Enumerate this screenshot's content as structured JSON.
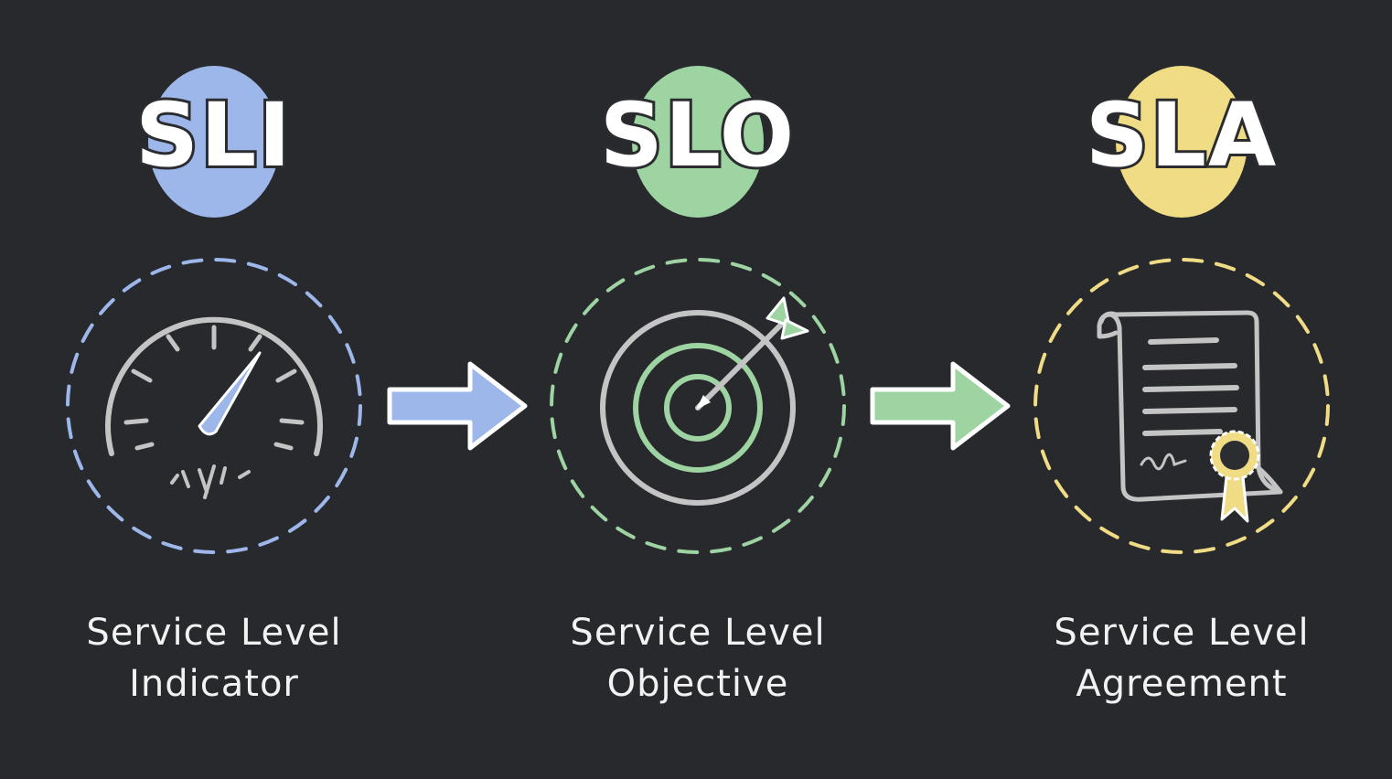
{
  "colors": {
    "background": "#27292d",
    "sli_accent": "#9db7ea",
    "slo_accent": "#9ed3a2",
    "sla_accent": "#f1dc86",
    "line_grey": "#c4c4c4",
    "text": "#f2f2f2"
  },
  "items": [
    {
      "acronym": "SLI",
      "label_line1": "Service Level",
      "label_line2": "Indicator",
      "icon": "speedometer-icon"
    },
    {
      "acronym": "SLO",
      "label_line1": "Service Level",
      "label_line2": "Objective",
      "icon": "target-icon"
    },
    {
      "acronym": "SLA",
      "label_line1": "Service Level",
      "label_line2": "Agreement",
      "icon": "certificate-scroll-icon"
    }
  ],
  "arrows": [
    {
      "from": "SLI",
      "to": "SLO",
      "icon": "arrow-right-icon"
    },
    {
      "from": "SLO",
      "to": "SLA",
      "icon": "arrow-right-icon"
    }
  ]
}
